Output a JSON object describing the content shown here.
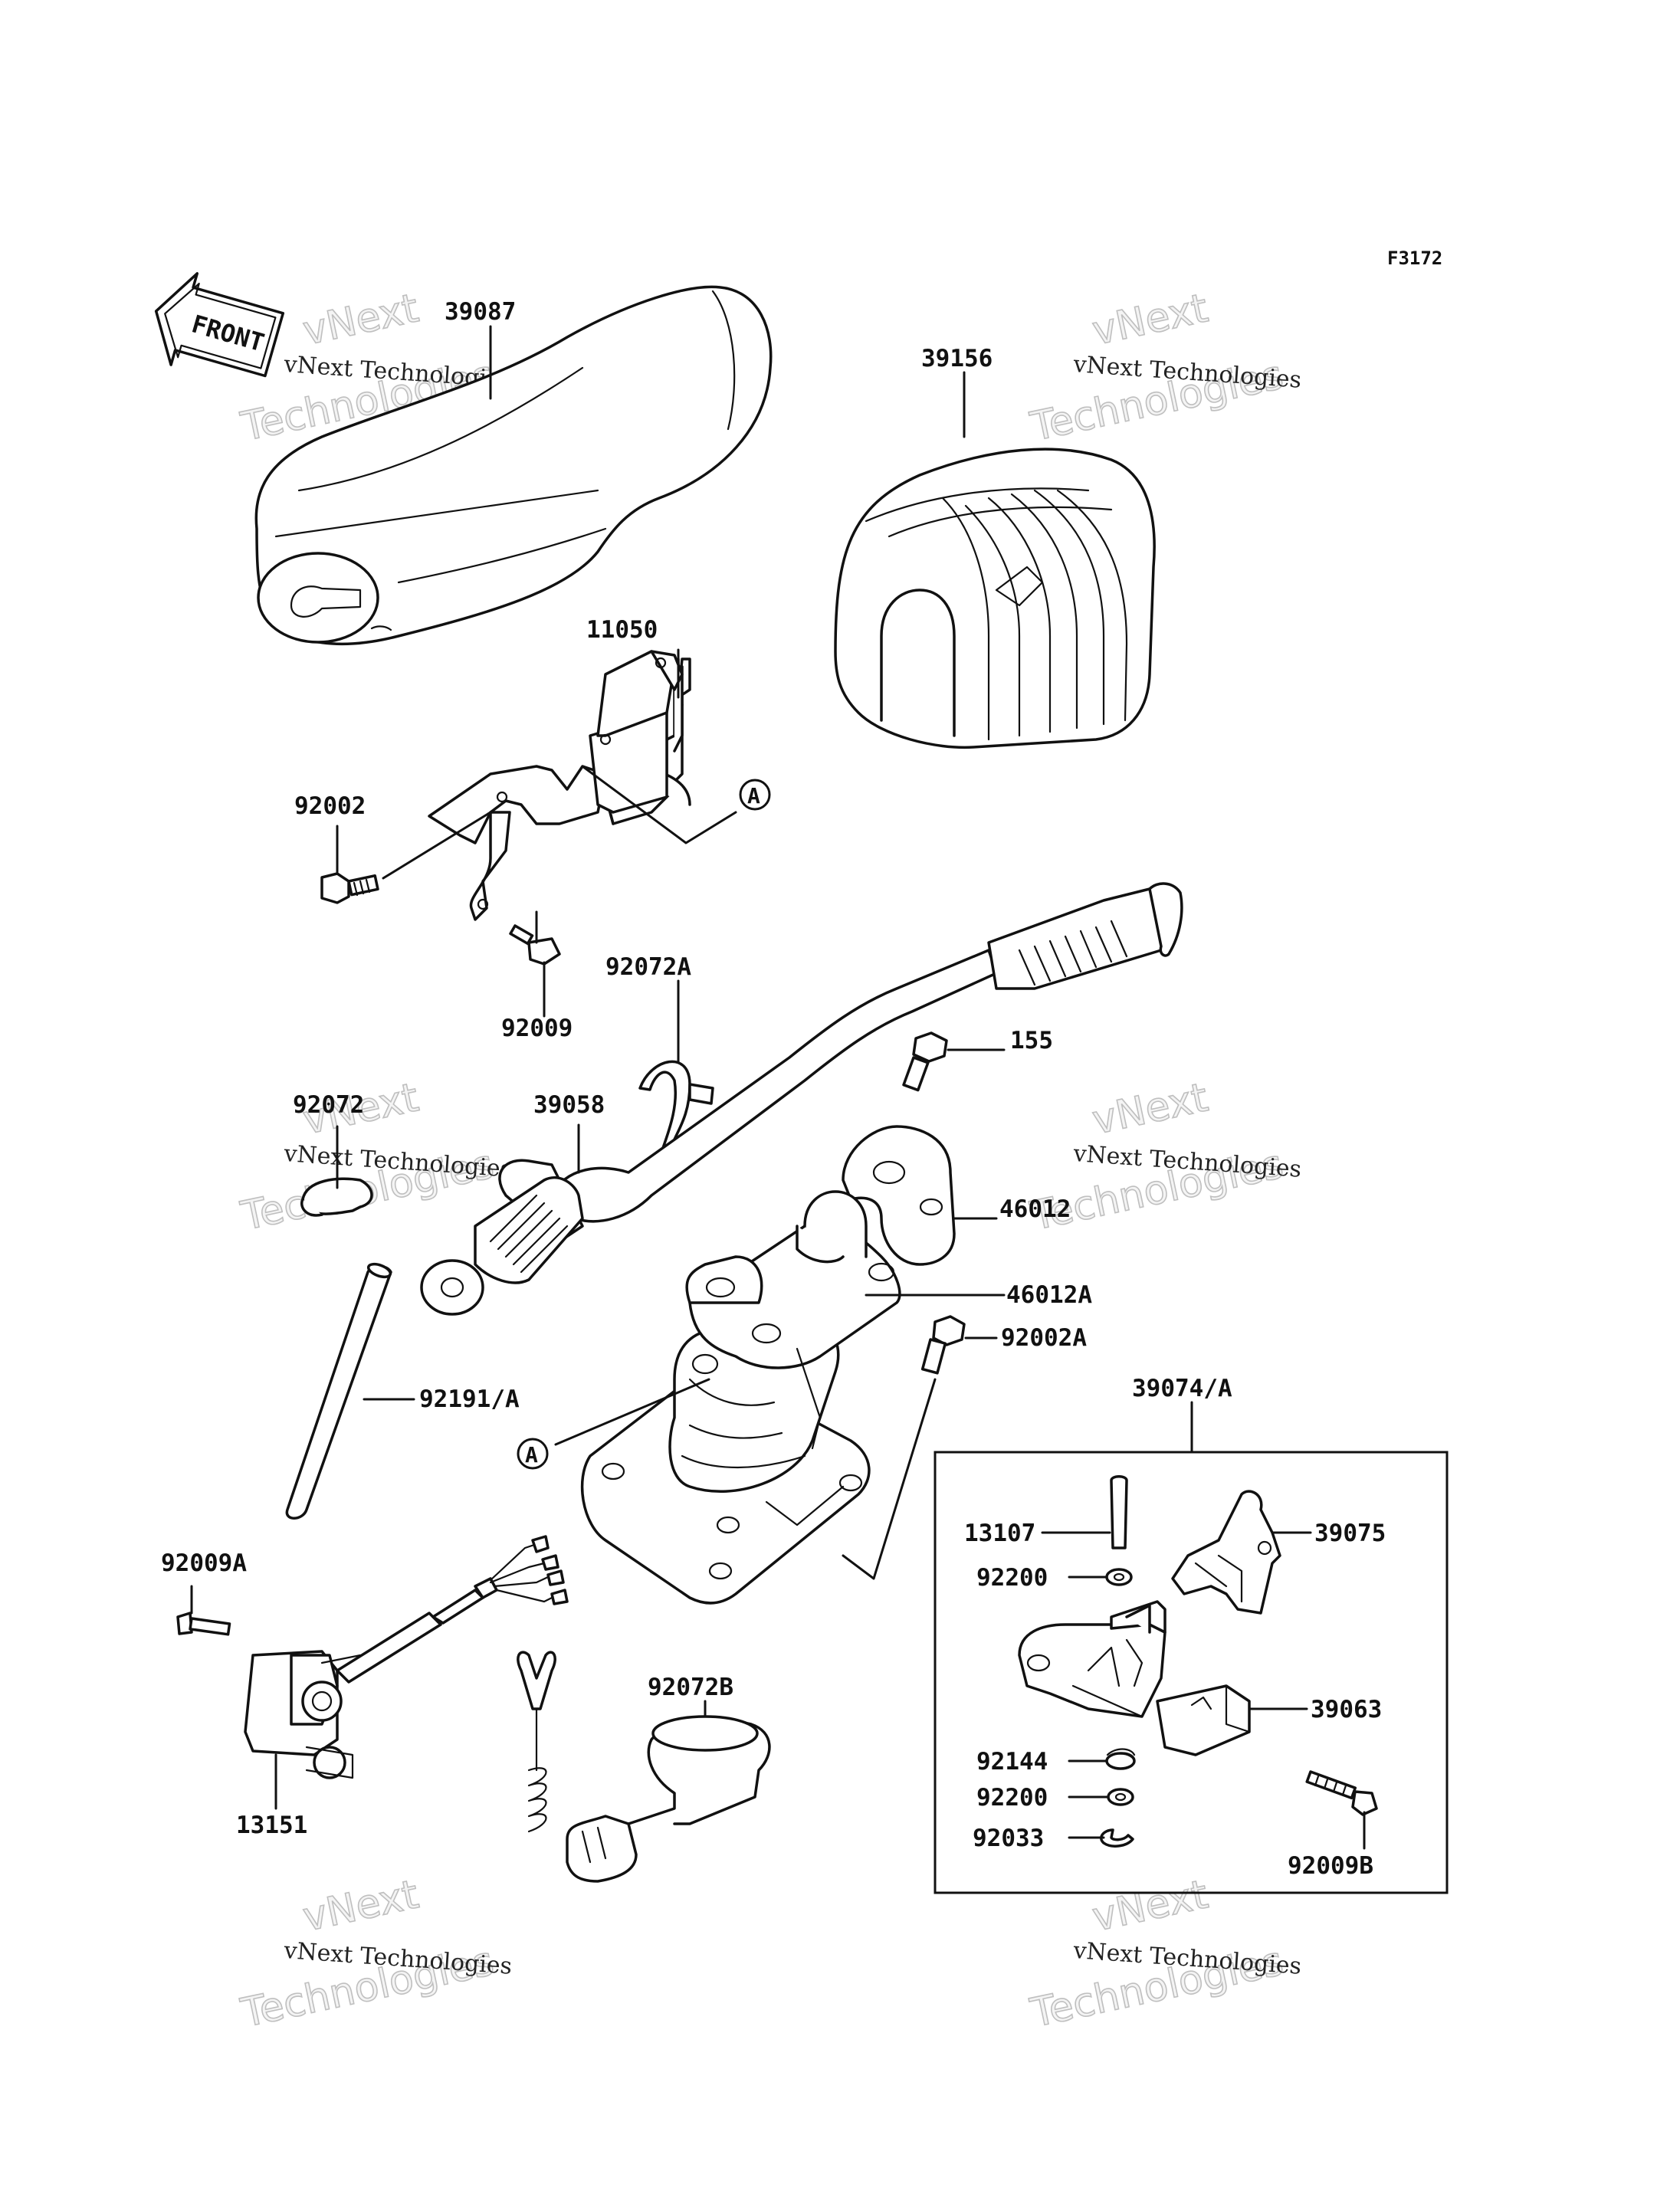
{
  "figure_code": "F3172",
  "front_label": "FRONT",
  "ref_marker": "A",
  "watermark": {
    "line1": "vNext Technologies",
    "line2": "Technologies",
    "line3": "vNext"
  },
  "box_label": "39074/A",
  "part_labels": {
    "p39087": "39087",
    "p39156": "39156",
    "p11050": "11050",
    "p92002": "92002",
    "p92009": "92009",
    "p92072A": "92072A",
    "p155": "155",
    "p92072": "92072",
    "p39058": "39058",
    "p46012": "46012",
    "p46012A": "46012A",
    "p92002A": "92002A",
    "p92191A": "92191/A",
    "p92009A": "92009A",
    "p13151": "13151",
    "p92072B": "92072B",
    "p13107": "13107",
    "p39075": "39075",
    "p92200a": "92200",
    "p39063": "39063",
    "p92144": "92144",
    "p92200b": "92200",
    "p92033": "92033",
    "p92009B": "92009B"
  }
}
